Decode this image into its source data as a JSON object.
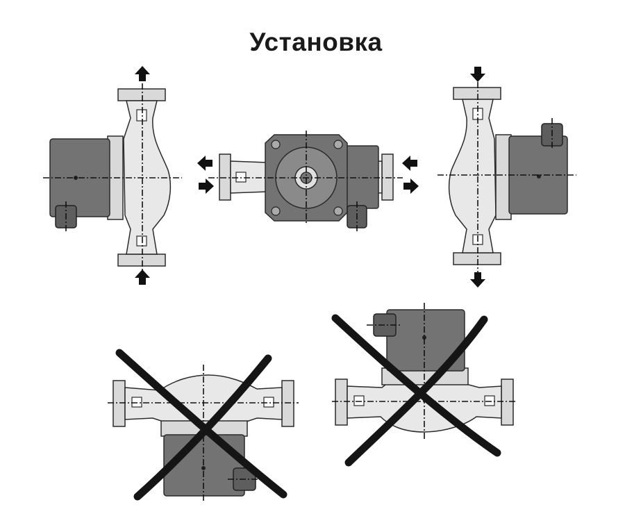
{
  "title": "Установка",
  "mounting": {
    "allowed": [
      {
        "name": "vertical-flow-up"
      },
      {
        "name": "horizontal-flow"
      },
      {
        "name": "vertical-flow-down"
      }
    ],
    "forbidden": [
      {
        "name": "motor-below-shaft-vertical"
      },
      {
        "name": "motor-above-shaft-vertical"
      }
    ]
  },
  "colors": {
    "motor": "#737373",
    "pump_body": "#e8e8e8",
    "cross": "#151515"
  },
  "icons": [
    "arrow-up-icon",
    "arrow-down-icon",
    "arrow-left-icon",
    "arrow-right-icon",
    "cross-mark-icon"
  ]
}
